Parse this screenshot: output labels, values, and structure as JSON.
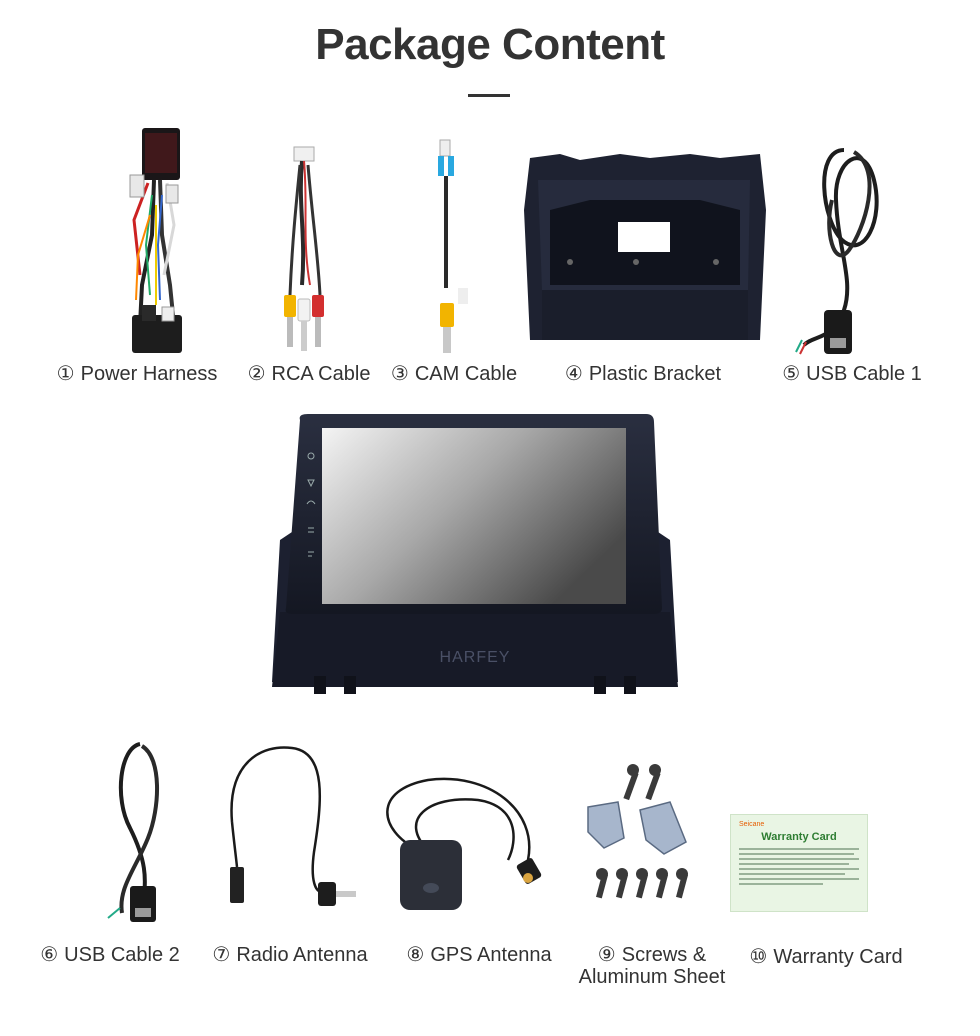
{
  "page": {
    "title": "Package Content"
  },
  "items_top": [
    {
      "num": "①",
      "label": "Power Harness"
    },
    {
      "num": "②",
      "label": "RCA Cable"
    },
    {
      "num": "③",
      "label": "CAM Cable"
    },
    {
      "num": "④",
      "label": "Plastic Bracket"
    },
    {
      "num": "⑤",
      "label": "USB Cable 1"
    }
  ],
  "items_bottom": [
    {
      "num": "⑥",
      "label": "USB Cable 2"
    },
    {
      "num": "⑦",
      "label": "Radio Antenna"
    },
    {
      "num": "⑧",
      "label": "GPS Antenna"
    },
    {
      "num": "⑨",
      "label": "Screws &",
      "label2": "Aluminum Sheet"
    },
    {
      "num": "⑩",
      "label": "Warranty Card"
    }
  ],
  "device": {
    "brand": "HARFEY"
  },
  "warranty_card": {
    "brand": "Seicane",
    "heading": "Warranty Card"
  },
  "colors": {
    "title": "#333333",
    "device_body": "#1c2030",
    "warranty_green": "#2e7d32",
    "warranty_bg": "#e8f4e4"
  }
}
